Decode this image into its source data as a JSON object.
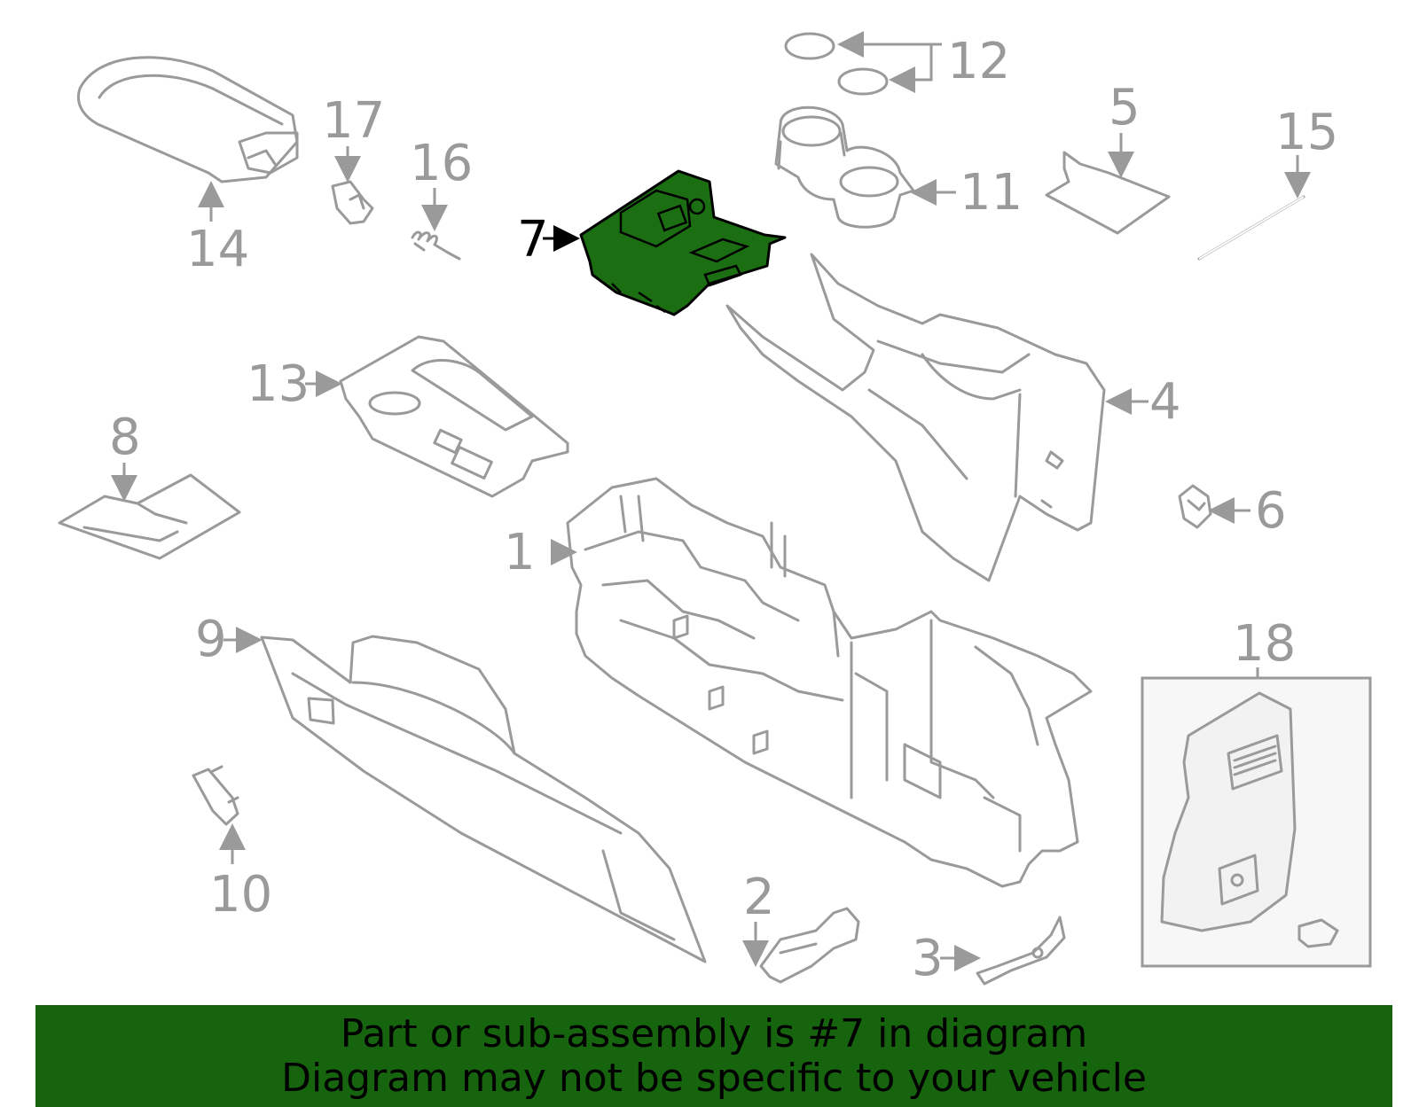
{
  "diagram": {
    "highlighted_part": "7",
    "callouts": [
      {
        "id": "1",
        "label": "1",
        "highlighted": false
      },
      {
        "id": "2",
        "label": "2",
        "highlighted": false
      },
      {
        "id": "3",
        "label": "3",
        "highlighted": false
      },
      {
        "id": "4",
        "label": "4",
        "highlighted": false
      },
      {
        "id": "5",
        "label": "5",
        "highlighted": false
      },
      {
        "id": "6",
        "label": "6",
        "highlighted": false
      },
      {
        "id": "7",
        "label": "7",
        "highlighted": true
      },
      {
        "id": "8",
        "label": "8",
        "highlighted": false
      },
      {
        "id": "9",
        "label": "9",
        "highlighted": false
      },
      {
        "id": "10",
        "label": "10",
        "highlighted": false
      },
      {
        "id": "11",
        "label": "11",
        "highlighted": false
      },
      {
        "id": "12",
        "label": "12",
        "highlighted": false
      },
      {
        "id": "13",
        "label": "13",
        "highlighted": false
      },
      {
        "id": "14",
        "label": "14",
        "highlighted": false
      },
      {
        "id": "15",
        "label": "15",
        "highlighted": false
      },
      {
        "id": "16",
        "label": "16",
        "highlighted": false
      },
      {
        "id": "17",
        "label": "17",
        "highlighted": false
      },
      {
        "id": "18",
        "label": "18",
        "highlighted": false
      }
    ],
    "colors": {
      "highlight": "#1b6f12",
      "banner": "#17640f",
      "linework": "#9a9a9a"
    }
  },
  "banner": {
    "line1": "Part or sub-assembly is #7 in diagram",
    "line2": "Diagram may not be specific to your vehicle"
  }
}
